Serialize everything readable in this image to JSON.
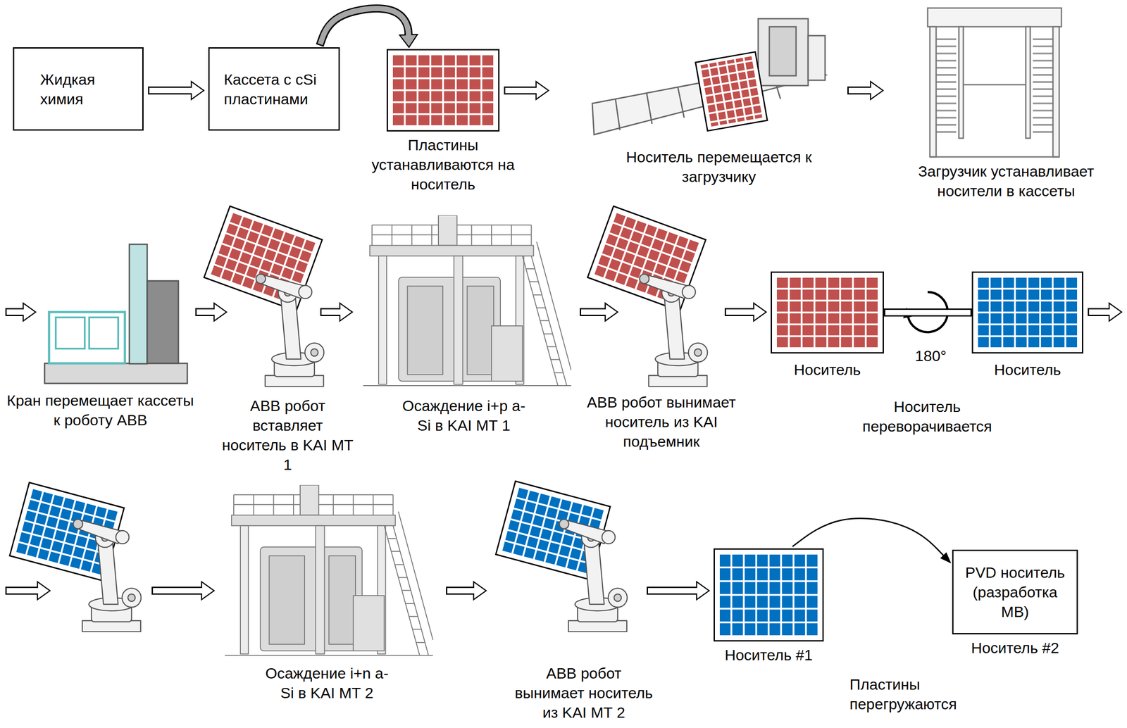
{
  "diagram": {
    "nodes": [
      {
        "text": [
          "Жидкая химия"
        ]
      },
      {
        "text": [
          "Кассета с cSi пластинами"
        ]
      },
      {
        "text": [
          "Пластины устанавливаются на носитель"
        ]
      },
      {
        "text": [
          "Носитель перемещается к загрузчику"
        ]
      },
      {
        "text": [
          "Загрузчик устанавливает носители в кассеты"
        ]
      },
      {
        "text": [
          "Кран перемещает кассеты к роботу ABB"
        ]
      },
      {
        "text": [
          "ABB робот вставляет носитель в KAI MT 1"
        ]
      },
      {
        "text": [
          "Осаждение i+p a-Si в KAI MT 1"
        ]
      },
      {
        "text": [
          "ABB робот вынимает носитель из KAI подъемник"
        ]
      },
      {
        "text": [
          "Носитель"
        ]
      },
      {
        "text": [
          "Носитель"
        ]
      },
      {
        "text": [
          "Осаждение i+n a-Si в KAI MT 2"
        ]
      },
      {
        "text": [
          "ABB робот вынимает носитель из KAI MT 2"
        ]
      },
      {
        "text": [
          "Носитель #1"
        ]
      },
      {
        "text": [
          "PVD носитель (разработка MB)",
          "Носитель #2"
        ]
      }
    ],
    "edges": [
      {
        "from": 0,
        "to": 1,
        "arrow": "to"
      },
      {
        "from": 1,
        "to": 2,
        "arrow": "to"
      },
      {
        "from": 2,
        "to": 3,
        "arrow": "to"
      },
      {
        "from": 3,
        "to": 4,
        "arrow": "to"
      },
      {
        "from": 4,
        "to": 5,
        "arrow": "to"
      },
      {
        "from": 5,
        "to": 6,
        "arrow": "to"
      },
      {
        "from": 6,
        "to": 7,
        "arrow": "to"
      },
      {
        "from": 7,
        "to": 8,
        "arrow": "to"
      },
      {
        "from": 8,
        "to": 9,
        "arrow": "to"
      },
      {
        "from": 9,
        "to": 10,
        "arrow": "none"
      },
      {
        "from": 10,
        "to": 11,
        "arrow": "to"
      },
      {
        "from": 11,
        "to": 12,
        "arrow": "to"
      },
      {
        "from": 12,
        "to": 13,
        "arrow": "to"
      },
      {
        "from": 13,
        "to": 14,
        "arrow": "to"
      }
    ],
    "labels": [
      "180°",
      "Носитель переворачивается",
      "Пластины перегружаются"
    ]
  }
}
